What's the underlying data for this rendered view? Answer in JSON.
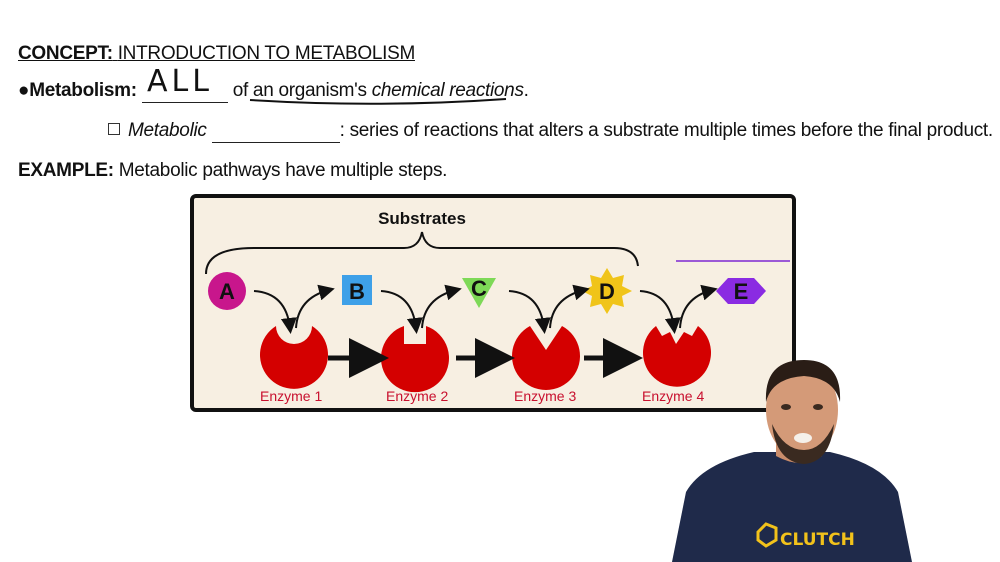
{
  "concept": {
    "label": "CONCEPT:",
    "title": "INTRODUCTION TO METABOLISM"
  },
  "definition": {
    "bullet": "●",
    "term": "Metabolism:",
    "handwritten_answer": "ALL",
    "text_before_italic": "of an organism's ",
    "italic_text": "chemical reactions",
    "end_punct": "."
  },
  "sub_definition": {
    "italic_term": "Metabolic",
    "description": ": series of reactions that alters a substrate multiple times before the final product."
  },
  "example": {
    "label": "EXAMPLE:",
    "text": "Metabolic pathways have multiple steps."
  },
  "diagram": {
    "brace_label": "Substrates",
    "substrates": [
      {
        "letter": "A",
        "shape": "circle",
        "color": "#c8168c"
      },
      {
        "letter": "B",
        "shape": "square",
        "color": "#3ea0e8"
      },
      {
        "letter": "C",
        "shape": "triangle",
        "color": "#7ed957"
      },
      {
        "letter": "D",
        "shape": "star",
        "color": "#f0c419"
      },
      {
        "letter": "E",
        "shape": "hexagon",
        "color": "#8a2be2"
      }
    ],
    "enzymes": [
      "Enzyme 1",
      "Enzyme 2",
      "Enzyme 3",
      "Enzyme 4"
    ],
    "enzyme_color": "#d40000",
    "background_color": "#f7efe2"
  },
  "presenter": {
    "shirt_text": "CLUTCH",
    "shirt_color": "#1f2a4a",
    "logo_color": "#f2c21b"
  }
}
